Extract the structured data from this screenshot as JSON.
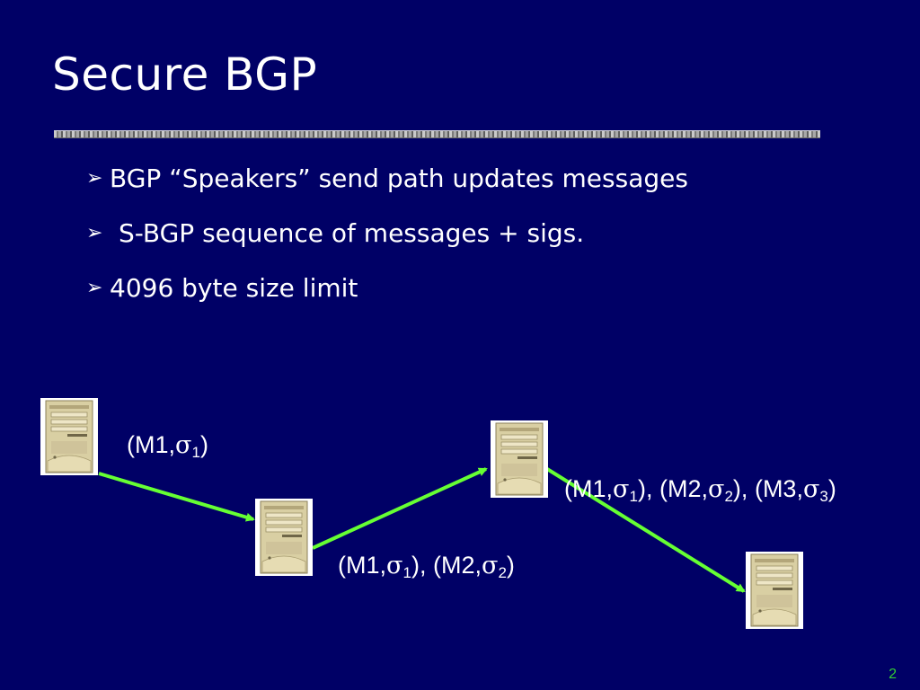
{
  "slide": {
    "title": "Secure BGP",
    "bullets": [
      {
        "text": "BGP “Speakers” send path updates messages",
        "indent": false
      },
      {
        "text": "S-BGP sequence of messages + sigs.",
        "indent": true
      },
      {
        "text": "4096 byte size limit",
        "indent": false
      }
    ],
    "bullet_icon": "arrow-bullet-icon",
    "page_number": "2"
  },
  "diagram": {
    "nodes": [
      "computer-1",
      "computer-2",
      "computer-3",
      "computer-4"
    ],
    "node_icon": "desktop-computer-icon",
    "edge_color": "#66ff33",
    "labels": {
      "edge1": [
        {
          "m": "M1",
          "sig": "σ",
          "n": "1"
        }
      ],
      "edge2": [
        {
          "m": "M1",
          "sig": "σ",
          "n": "1"
        },
        {
          "m": "M2",
          "sig": "σ",
          "n": "2"
        }
      ],
      "edge3": [
        {
          "m": "M1",
          "sig": "σ",
          "n": "1"
        },
        {
          "m": "M2",
          "sig": "σ",
          "n": "2"
        },
        {
          "m": "M3",
          "sig": "σ",
          "n": "3"
        }
      ]
    },
    "label_punct": {
      "open": "(",
      "comma": ",",
      "close": ")",
      "sep": ", "
    }
  },
  "colors": {
    "background": "#000066",
    "text": "#ffffff",
    "page_number": "#33cc33"
  }
}
